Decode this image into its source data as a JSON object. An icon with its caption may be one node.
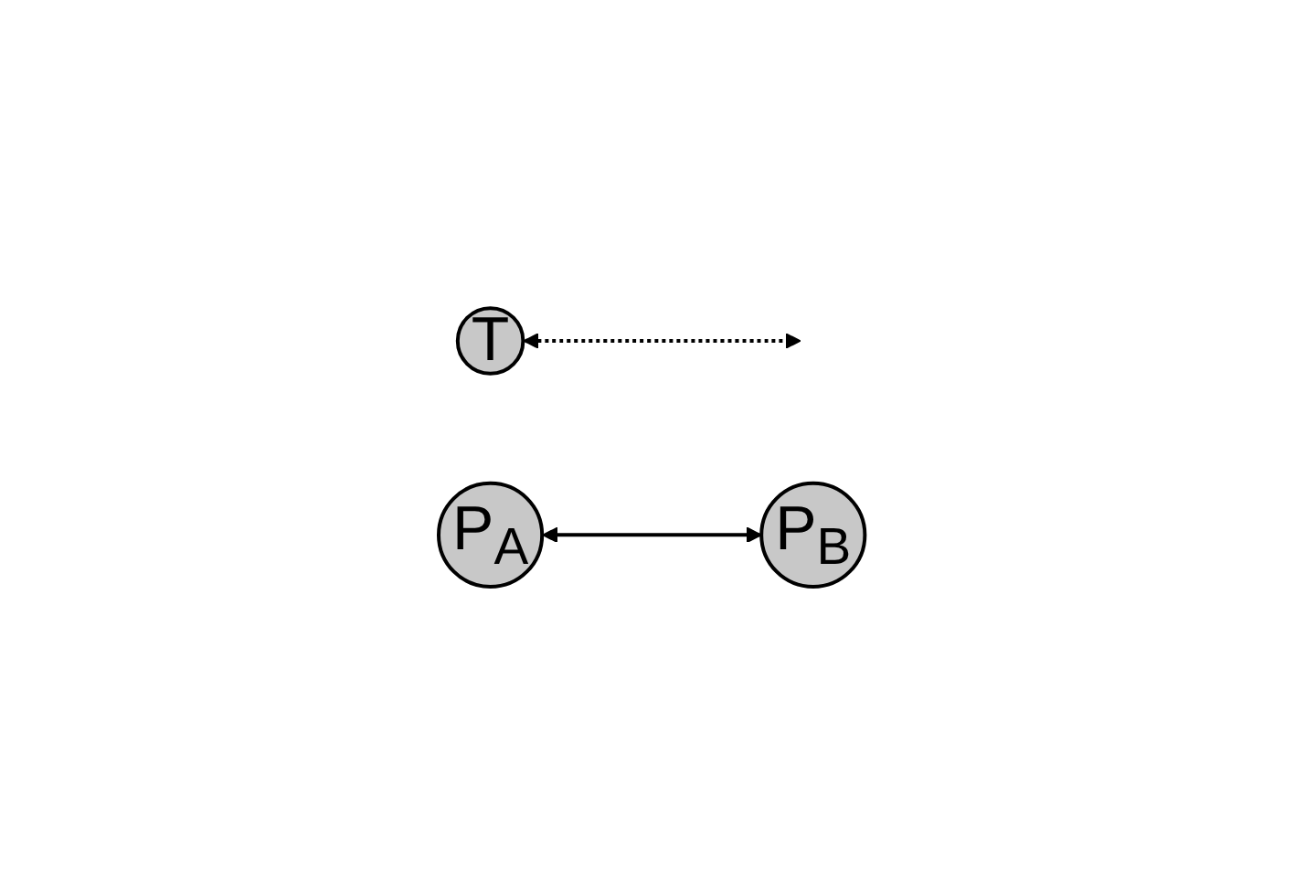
{
  "diagram": {
    "nodes": [
      {
        "text": [
          "T"
        ]
      },
      {
        "text": [
          "P$_{A}$"
        ]
      },
      {
        "text": [
          "P$_{B}$"
        ]
      }
    ],
    "edges": [
      {
        "from": 1,
        "to": 2,
        "arrow": "both"
      },
      {
        "from": 0,
        "to": null,
        "arrow": "both",
        "style": "dashed"
      }
    ]
  }
}
